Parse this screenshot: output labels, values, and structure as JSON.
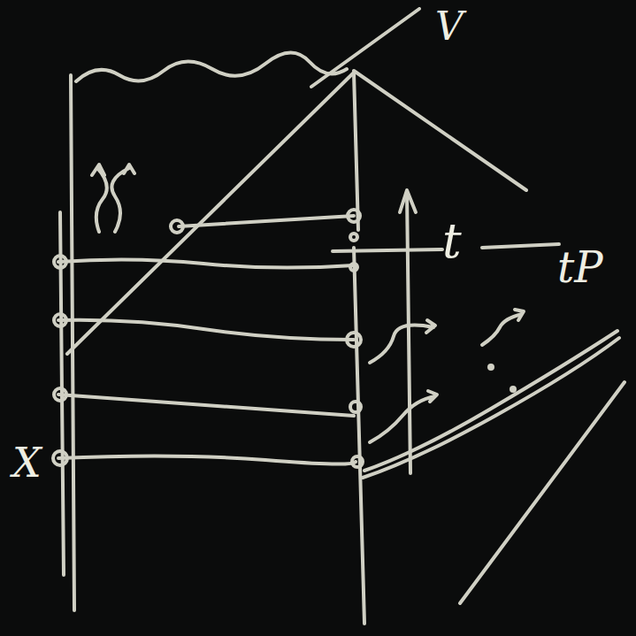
{
  "diagram": {
    "labels": [
      "V",
      "t",
      "tP",
      "X"
    ]
  }
}
